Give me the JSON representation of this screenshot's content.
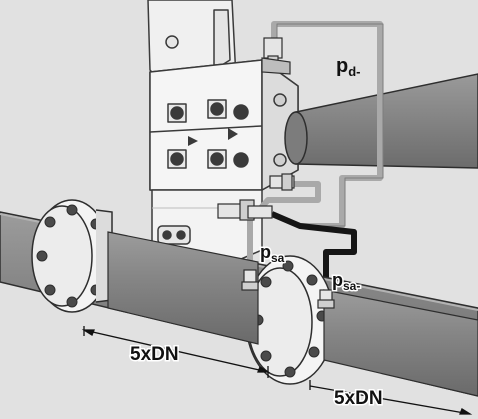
{
  "labels": {
    "pd": "p",
    "pd_sub": "d-",
    "psa": "p",
    "psa_sub": "sa",
    "psaminus": "p",
    "psaminus_sub": "sa-",
    "dim1": "5xDN",
    "dim2": "5xDN"
  },
  "colors": {
    "background": "#e1e1e1",
    "pipe": "#878787",
    "pipe_dark": "#5e5e5e",
    "transmitter": "#f1f1f1",
    "line_gray": "#a9a9a9",
    "line_black": "#151515",
    "flange": "#f4f4f4"
  }
}
